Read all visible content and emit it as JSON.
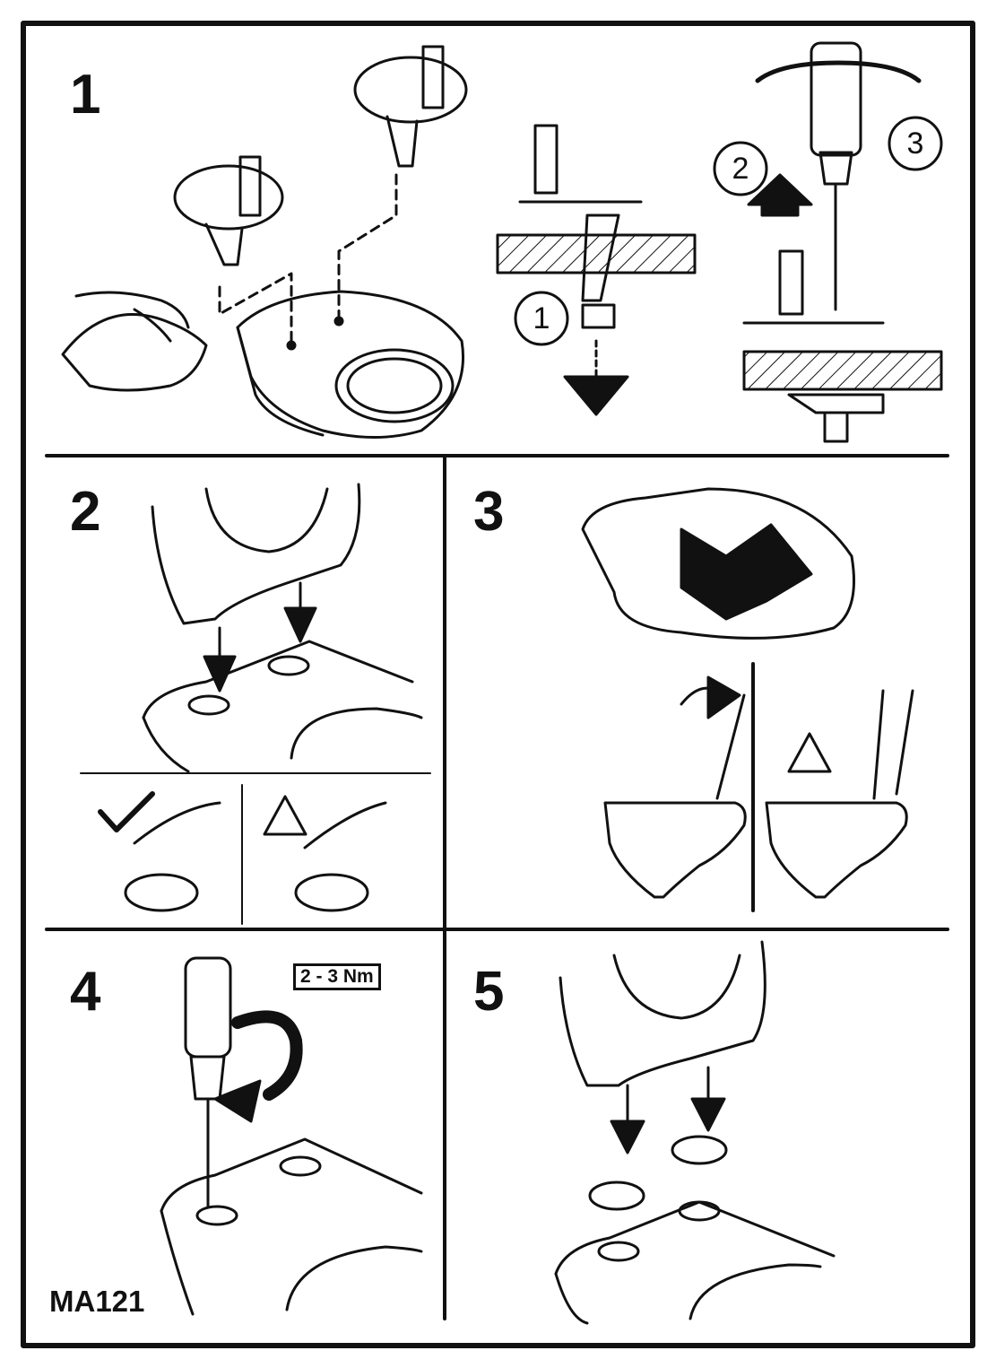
{
  "steps": [
    {
      "number": "1"
    },
    {
      "number": "2"
    },
    {
      "number": "3"
    },
    {
      "number": "4"
    },
    {
      "number": "5"
    }
  ],
  "callouts": {
    "a": "1",
    "b": "2",
    "c": "3"
  },
  "torque_label": "2 - 3 Nm",
  "model_code": "MA121",
  "colors": {
    "ink": "#111111",
    "paper": "#ffffff"
  }
}
